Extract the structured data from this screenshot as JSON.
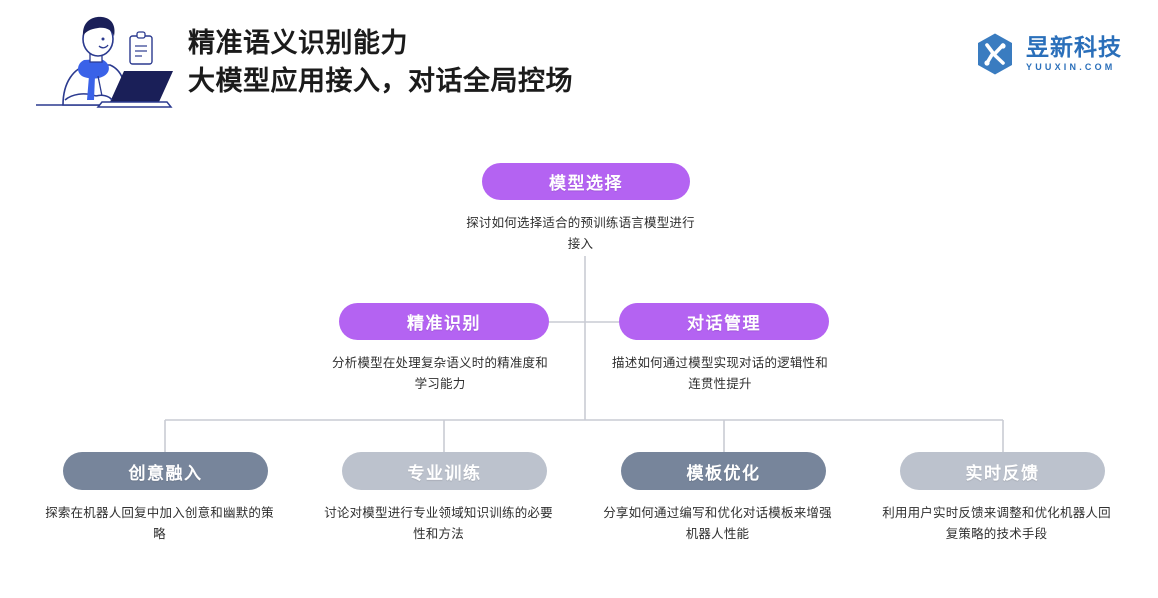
{
  "header": {
    "title_line1": "精准语义识别能力",
    "title_line2": "大模型应用接入，对话全局控场",
    "illustration_name": "person-working-on-laptop-illustration",
    "brand": {
      "name": "昱新科技",
      "domain": "YUUXIN.COM",
      "mark_letter": "Y"
    }
  },
  "colors": {
    "purple": "#b463f2",
    "gray_dark": "#77859b",
    "gray_light": "#bcc2cd",
    "brand_blue": "#2a6fba",
    "connector": "#c9ccd4",
    "title": "#1b1b1b",
    "description": "#2f2f2f"
  },
  "diagram": {
    "type": "hierarchy-tree",
    "nodes": [
      {
        "id": "root",
        "label": "模型选择",
        "description": "探讨如何选择适合的预训练语言模型进行接入",
        "color": "purple",
        "level": 1
      },
      {
        "id": "recognition",
        "label": "精准识别",
        "description": "分析模型在处理复杂语义时的精准度和学习能力",
        "color": "purple",
        "level": 2
      },
      {
        "id": "dialog",
        "label": "对话管理",
        "description": "描述如何通过模型实现对话的逻辑性和连贯性提升",
        "color": "purple",
        "level": 2
      },
      {
        "id": "creative",
        "label": "创意融入",
        "description": "探索在机器人回复中加入创意和幽默的策略",
        "color": "gray-dark",
        "level": 3
      },
      {
        "id": "training",
        "label": "专业训练",
        "description": "讨论对模型进行专业领域知识训练的必要性和方法",
        "color": "gray-light",
        "level": 3
      },
      {
        "id": "template",
        "label": "模板优化",
        "description": "分享如何通过编写和优化对话模板来增强机器人性能",
        "color": "gray-dark",
        "level": 3
      },
      {
        "id": "feedback",
        "label": "实时反馈",
        "description": "利用用户实时反馈来调整和优化机器人回复策略的技术手段",
        "color": "gray-light",
        "level": 3
      }
    ]
  }
}
